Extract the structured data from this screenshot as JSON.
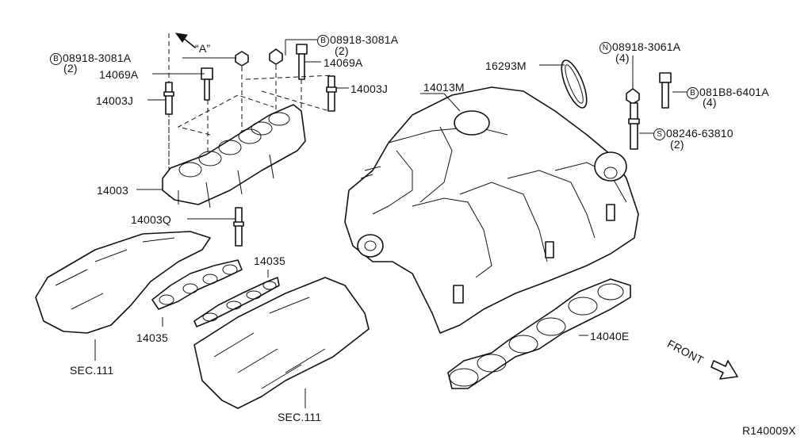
{
  "labels": {
    "view_a": "“A”",
    "b1_part": "08918-3081A",
    "b1_qty": "(2)",
    "b2_part": "08918-3081A",
    "b2_qty": "(2)",
    "n_part": "08918-3061A",
    "n_qty": "(4)",
    "b3_part": "081B8-6401A",
    "b3_qty": "(4)",
    "s_part": "08246-63810",
    "s_qty": "(2)",
    "p14069a_l": "14069A",
    "p14069a_r": "14069A",
    "p14003j_l": "14003J",
    "p14003j_r": "14003J",
    "p16293m": "16293M",
    "p14013m": "14013M",
    "p14003": "14003",
    "p14003q": "14003Q",
    "p14035_l": "14035",
    "p14035_r": "14035",
    "p14040e": "14040E",
    "sec_l": "SEC.111",
    "sec_r": "SEC.111",
    "front": "FRONT",
    "code": "R140009X"
  },
  "badges": {
    "b": "B",
    "n": "N",
    "s": "S"
  }
}
